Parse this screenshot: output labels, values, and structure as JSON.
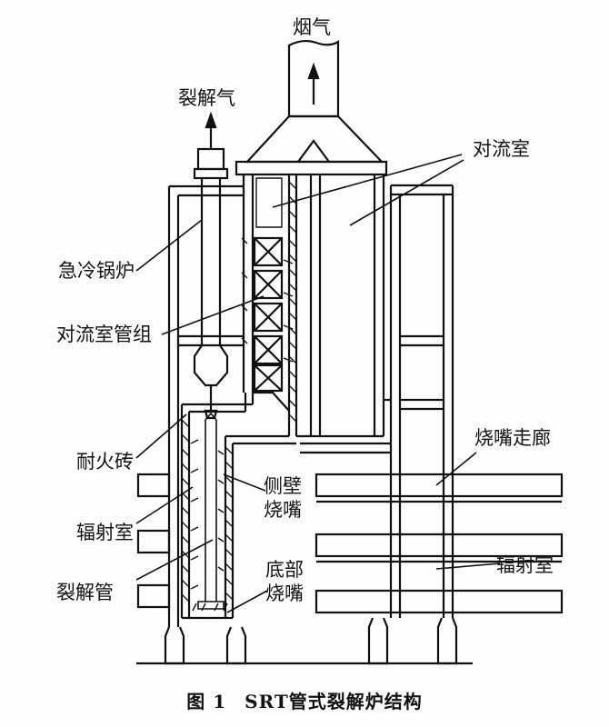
{
  "labels": {
    "flue_gas": "烟气",
    "cracked_gas": "裂解气",
    "convection_room_top": "对流室",
    "quench_boiler": "急冷锅炉",
    "convection_tube_bank": "对流室管组",
    "refractory_brick": "耐火砖",
    "side_wall_burner": "侧壁烧嘴",
    "radiant_room_left": "辐射室",
    "cracking_tube": "裂解管",
    "bottom_burner": "底部烧嘴",
    "burner_corridor": "烧嘴走廊",
    "radiant_room_right": "辐射室"
  },
  "caption": {
    "figure_no": "图 1",
    "title": "SRT管式裂解炉结构"
  }
}
